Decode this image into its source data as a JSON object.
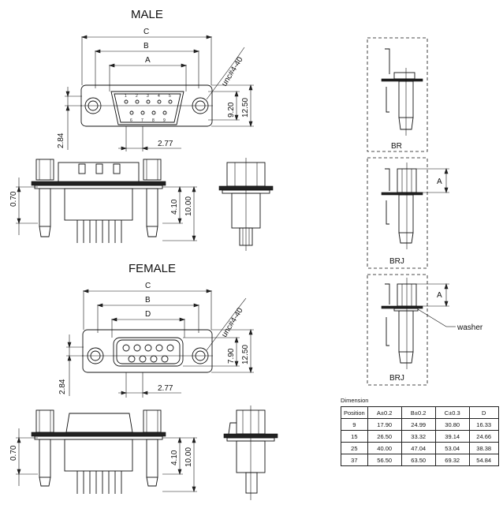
{
  "male": {
    "title": "MALE",
    "dim_c": "C",
    "dim_b": "B",
    "dim_a": "A",
    "thread": "unc#4-40",
    "h_inner": "9.20",
    "h_outer": "12.50",
    "offset": "2.84",
    "pitch": "2.77",
    "depth1": "0.70",
    "depth2": "4.10",
    "depth3": "10.00",
    "pins_top": [
      "1",
      "2",
      "3",
      "4",
      "5"
    ],
    "pins_bottom": [
      "6",
      "7",
      "8",
      "9"
    ]
  },
  "female": {
    "title": "FEMALE",
    "dim_c": "C",
    "dim_b": "B",
    "dim_d": "D",
    "thread": "unc#4-40",
    "h_inner": "7.90",
    "h_outer": "12.50",
    "offset": "2.84",
    "pitch": "2.77",
    "depth1": "0.70",
    "depth2": "4.10",
    "depth3": "10.00"
  },
  "options": {
    "br_label": "BR",
    "brj_label": "BRJ",
    "brj2_label": "BRJ",
    "dim_a1": "A",
    "dim_a2": "A",
    "washer": "washer"
  },
  "table": {
    "caption": "Dimension",
    "headers": [
      "Position",
      "A±0.2",
      "B±0.2",
      "C±0.3",
      "D"
    ],
    "rows": [
      [
        "9",
        "17.90",
        "24.99",
        "30.80",
        "16.33"
      ],
      [
        "15",
        "26.50",
        "33.32",
        "39.14",
        "24.66"
      ],
      [
        "25",
        "40.00",
        "47.04",
        "53.04",
        "38.38"
      ],
      [
        "37",
        "56.50",
        "63.50",
        "69.32",
        "54.84"
      ]
    ]
  }
}
